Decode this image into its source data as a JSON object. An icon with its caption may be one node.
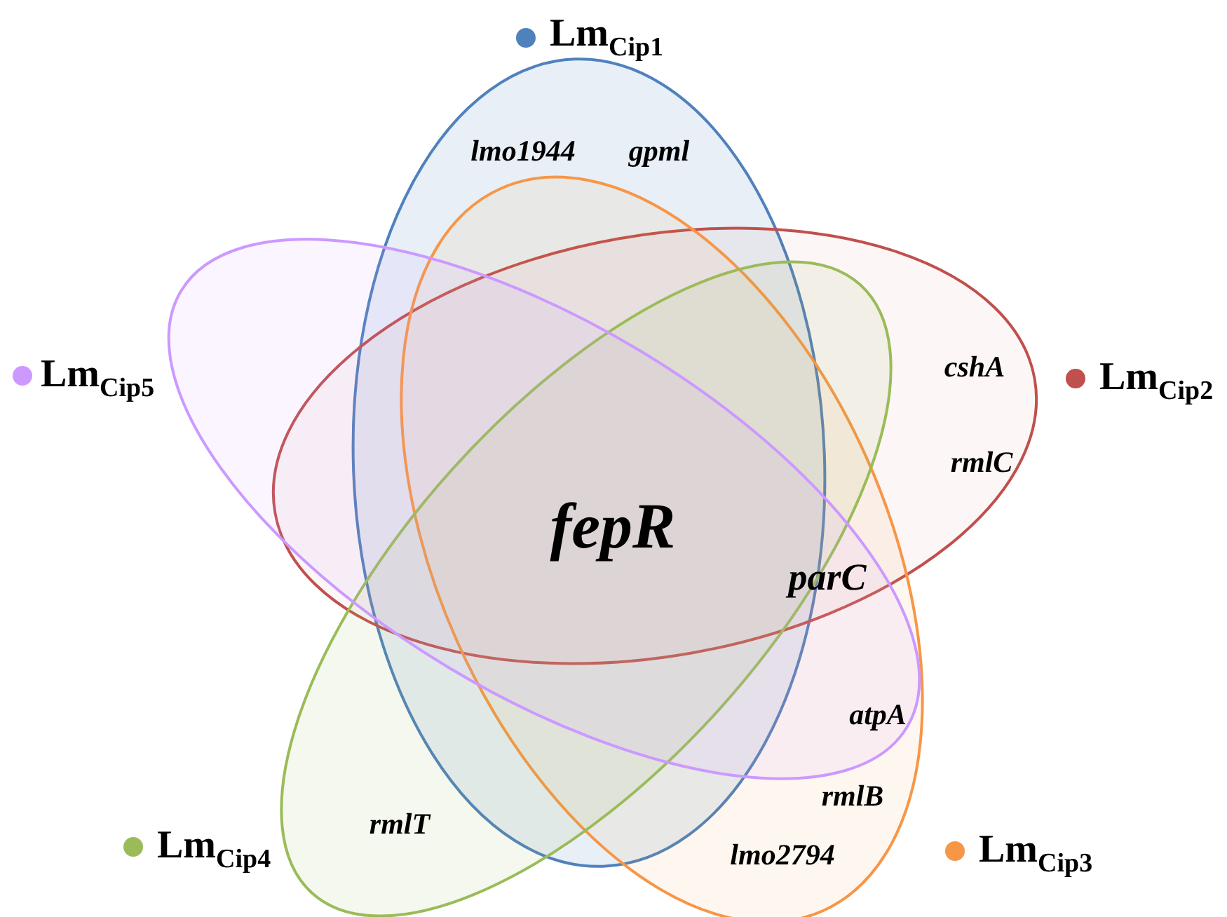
{
  "diagram": {
    "nodes": [
      {
        "text": [
          "Lm$_{Cip1}$"
        ]
      },
      {
        "text": [
          "Lm$_{Cip2}$"
        ]
      },
      {
        "text": [
          "Lm$_{Cip3}$"
        ]
      },
      {
        "text": [
          "Lm$_{Cip4}$"
        ]
      },
      {
        "text": [
          "Lm$_{Cip5}$"
        ]
      }
    ],
    "edges": [],
    "labels": [
      "lmo1944",
      "gpml",
      "cshA",
      "rmlC",
      "fepR",
      "parC",
      "atpA",
      "rmlB",
      "lmo2794",
      "rmlT"
    ]
  }
}
